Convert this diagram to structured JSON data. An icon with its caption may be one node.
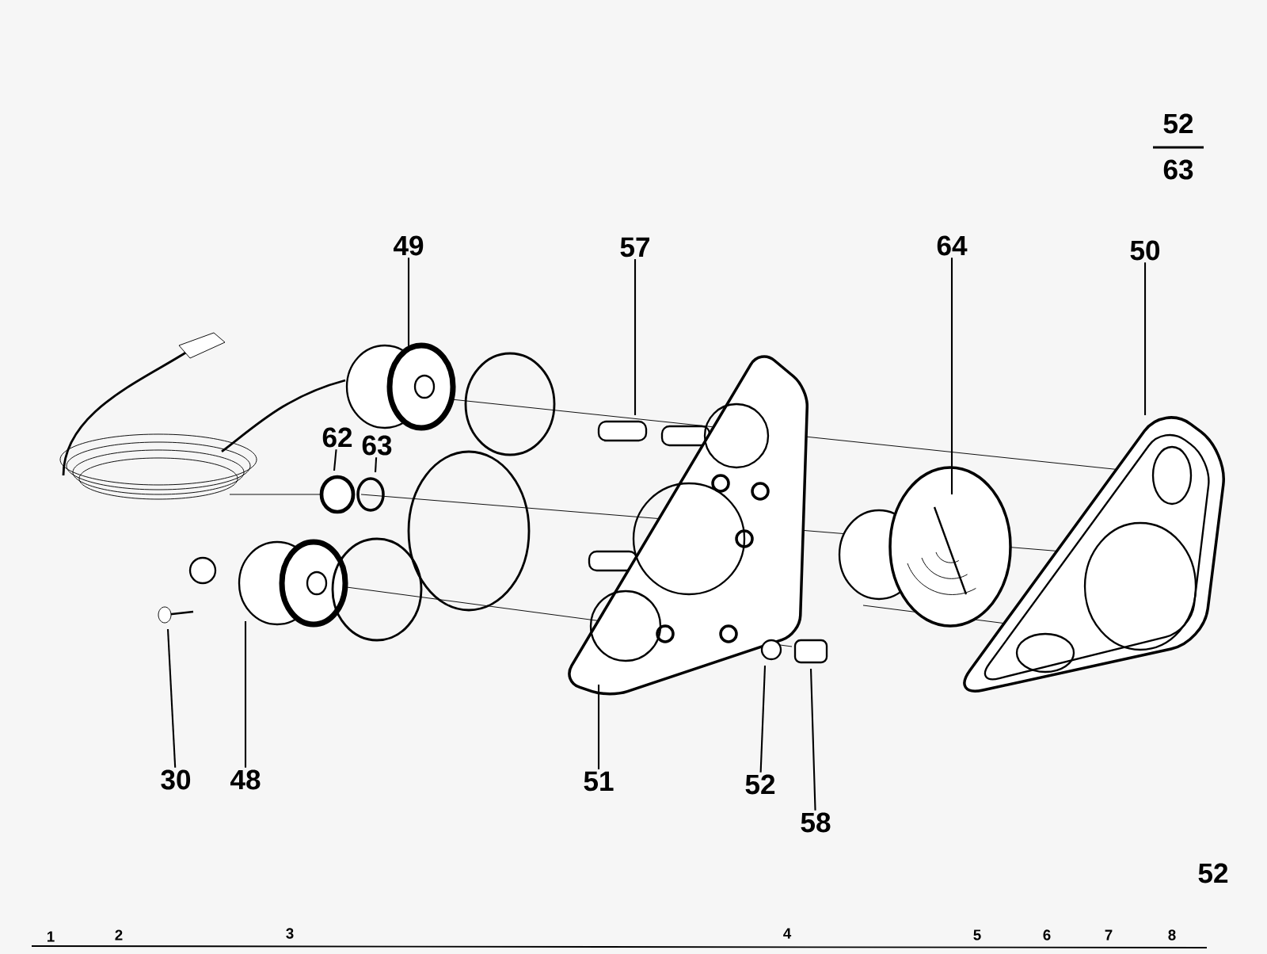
{
  "diagram": {
    "nodes": [
      {
        "text": [
          "49"
        ]
      },
      {
        "text": [
          "57"
        ]
      },
      {
        "text": [
          "64"
        ]
      },
      {
        "text": [
          "50"
        ]
      },
      {
        "text": [
          "62"
        ]
      },
      {
        "text": [
          "63"
        ]
      },
      {
        "text": [
          "30"
        ]
      },
      {
        "text": [
          "48"
        ]
      },
      {
        "text": [
          "51"
        ]
      },
      {
        "text": [
          "52"
        ]
      },
      {
        "text": [
          "58"
        ]
      }
    ],
    "edges": [
      {
        "from": 0,
        "to": null,
        "arrow": "none"
      },
      {
        "from": 1,
        "to": null,
        "arrow": "none"
      },
      {
        "from": 2,
        "to": null,
        "arrow": "none"
      },
      {
        "from": 3,
        "to": null,
        "arrow": "none"
      },
      {
        "from": 4,
        "to": null,
        "arrow": "none"
      },
      {
        "from": 5,
        "to": null,
        "arrow": "none"
      },
      {
        "from": 6,
        "to": null,
        "arrow": "none"
      },
      {
        "from": 7,
        "to": null,
        "arrow": "none"
      },
      {
        "from": 8,
        "to": null,
        "arrow": "none"
      },
      {
        "from": 9,
        "to": null,
        "arrow": "none"
      },
      {
        "from": 10,
        "to": null,
        "arrow": "none"
      }
    ],
    "labels": [
      "52",
      "63",
      "52",
      "1",
      "2",
      "3",
      "4",
      "5",
      "6",
      "7",
      "8"
    ]
  }
}
